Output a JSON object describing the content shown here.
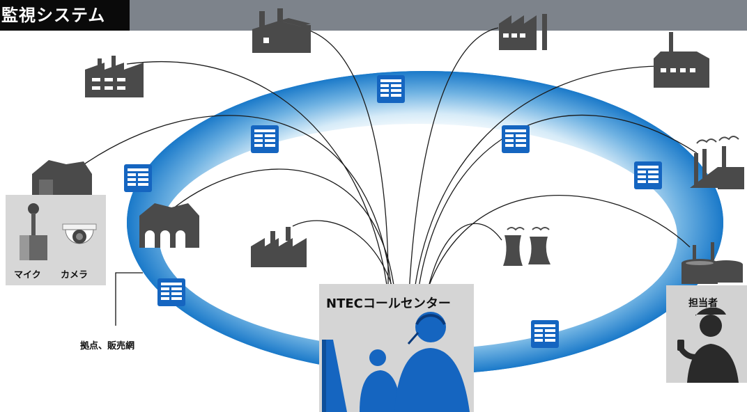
{
  "title": "監視システム",
  "labels": {
    "mic": "マイク",
    "camera": "カメラ",
    "base_network": "拠点、販売網",
    "call_center": "NTECコールセンター",
    "staff": "担当者"
  },
  "colors": {
    "header": "#7d838b",
    "ring": "#1a79c9",
    "building_icon": "#1565c0",
    "factory": "#4a4a4a"
  }
}
